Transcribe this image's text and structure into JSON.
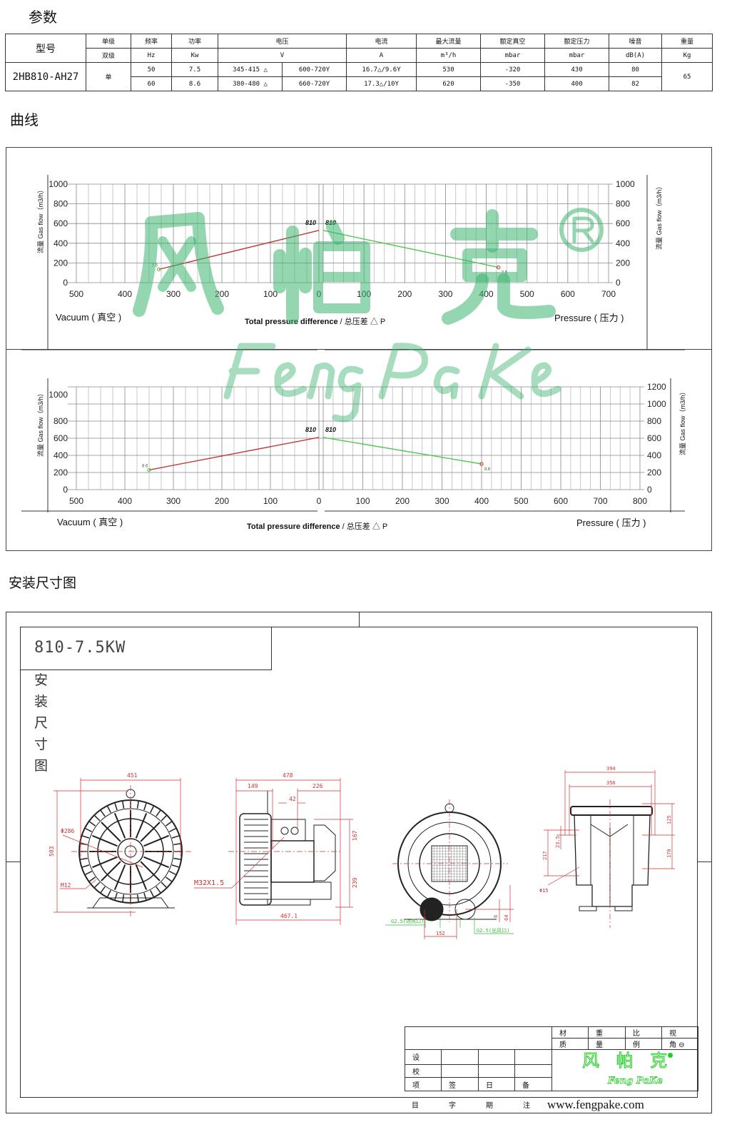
{
  "sections": {
    "params": "参数",
    "curves": "曲线",
    "install": "安装尺寸图"
  },
  "spec_table": {
    "headers": {
      "model": "型号",
      "stage_1": "单级",
      "stage_2": "双级",
      "freq": "频率",
      "freq_unit": "Hz",
      "power": "功率",
      "power_unit": "Kw",
      "voltage": "电压",
      "voltage_unit": "V",
      "current": "电流",
      "current_unit": "A",
      "max_flow": "最大流量",
      "max_flow_unit": "m³/h",
      "vacuum": "额定真空",
      "vacuum_unit": "mbar",
      "pressure": "额定压力",
      "pressure_unit": "mbar",
      "noise": "噪音",
      "noise_unit": "dB(A)",
      "weight": "重量",
      "weight_unit": "Kg"
    },
    "model": "2HB810-AH27",
    "stage": "单",
    "weight": "65",
    "rows": [
      {
        "freq": "50",
        "power": "7.5",
        "v_delta": "345-415 △",
        "v_star": "600-720Y",
        "current": "16.7△/9.6Y",
        "max_flow": "530",
        "vacuum": "-320",
        "pressure": "430",
        "noise": "80"
      },
      {
        "freq": "60",
        "power": "8.6",
        "v_delta": "380-480 △",
        "v_star": "660-720Y",
        "current": "17.3△/10Y",
        "max_flow": "620",
        "vacuum": "-350",
        "pressure": "400",
        "noise": "82"
      }
    ]
  },
  "chart_labels": {
    "vacuum": "Vacuum ( 真空 )",
    "pressure": "Pressure ( 压力 )",
    "total_bold": "Total pressure difference",
    "total_rest": " / 总压差 △ P",
    "yaxis": "流量 Gas flow（m3/h）"
  },
  "watermark": {
    "cn": "风 帕 克",
    "reg": "®",
    "en": "FengPaKe"
  },
  "chart_data": [
    {
      "type": "line",
      "title": "",
      "xlabel": "Total pressure difference / 总压差 △ P",
      "ylabel": "流量 Gas flow（m3/h）",
      "vacuum_ticks": [
        500,
        400,
        300,
        200,
        100,
        0
      ],
      "pressure_ticks": [
        0,
        100,
        200,
        300,
        400,
        500,
        600,
        700
      ],
      "vacuum_range": [
        0,
        500
      ],
      "pressure_range": [
        0,
        700
      ],
      "yticks_left": [
        0,
        200,
        400,
        600,
        800,
        1000
      ],
      "yticks_right": [
        0,
        200,
        400,
        600,
        800,
        1000
      ],
      "ylim": [
        0,
        1000
      ],
      "grid": true,
      "series": [
        {
          "name": "810 vacuum",
          "label": "810",
          "end_label": "7.5",
          "color": "#c0393b",
          "side": "vacuum",
          "points": [
            [
              0,
              530
            ],
            [
              330,
              135
            ]
          ]
        },
        {
          "name": "810 pressure",
          "label": "810",
          "end_label": "7.5",
          "color": "#4cc94c",
          "side": "pressure",
          "points": [
            [
              0,
              530
            ],
            [
              430,
              155
            ]
          ]
        }
      ]
    },
    {
      "type": "line",
      "title": "",
      "xlabel": "Total pressure difference / 总压差 △ P",
      "ylabel": "流量 Gas flow（m3/h）",
      "vacuum_ticks": [
        500,
        400,
        300,
        200,
        100,
        0
      ],
      "pressure_ticks": [
        0,
        100,
        200,
        300,
        400,
        500,
        600,
        700,
        800
      ],
      "vacuum_range": [
        0,
        500
      ],
      "pressure_range": [
        0,
        800
      ],
      "yticks_left": [
        0,
        200,
        400,
        600,
        800,
        1000
      ],
      "yticks_right": [
        0,
        200,
        400,
        600,
        800,
        1000,
        1200
      ],
      "ylim": [
        0,
        1200
      ],
      "grid": true,
      "series": [
        {
          "name": "810 vacuum",
          "label": "810",
          "end_label": "8.6",
          "color": "#c0393b",
          "side": "vacuum",
          "points": [
            [
              0,
              610
            ],
            [
              350,
              230
            ]
          ]
        },
        {
          "name": "810 pressure",
          "label": "810",
          "end_label": "8.6",
          "color": "#4cc94c",
          "side": "pressure",
          "points": [
            [
              0,
              610
            ],
            [
              400,
              300
            ]
          ]
        }
      ]
    }
  ],
  "drawing": {
    "title": "810-7.5KW",
    "vertical_title": "安装尺寸图",
    "dims": {
      "d451": "451",
      "d503": "503",
      "phi286": "Φ286",
      "m12": "M12",
      "d478": "478",
      "d149": "149",
      "d42": "42",
      "d226": "226",
      "d167": "167",
      "d239": "239",
      "d467": "467.1",
      "m32": "M32X1.5",
      "d6": "6",
      "d64": "64",
      "d152": "152",
      "g_in": "G2.5(进风口)",
      "g_out": "G2.5(出风口)",
      "d394": "394",
      "d356": "356",
      "d125": "125",
      "d170": "170",
      "d217": "217",
      "d235": "23.5",
      "phi15": "Φ15"
    }
  },
  "title_block": {
    "top_row1": [
      "材",
      "重",
      "比",
      "视"
    ],
    "top_row2": [
      "质",
      "量",
      "例",
      "角 ⊖"
    ],
    "left_rows": [
      "设",
      "校",
      "项"
    ],
    "bottom_labels": [
      "签",
      "日",
      "备"
    ],
    "footer": [
      "目",
      "字",
      "期",
      "注"
    ],
    "logo_cn": "风 帕 克",
    "logo_en": "Feng PaKe",
    "website": "www.fengpake.com"
  }
}
